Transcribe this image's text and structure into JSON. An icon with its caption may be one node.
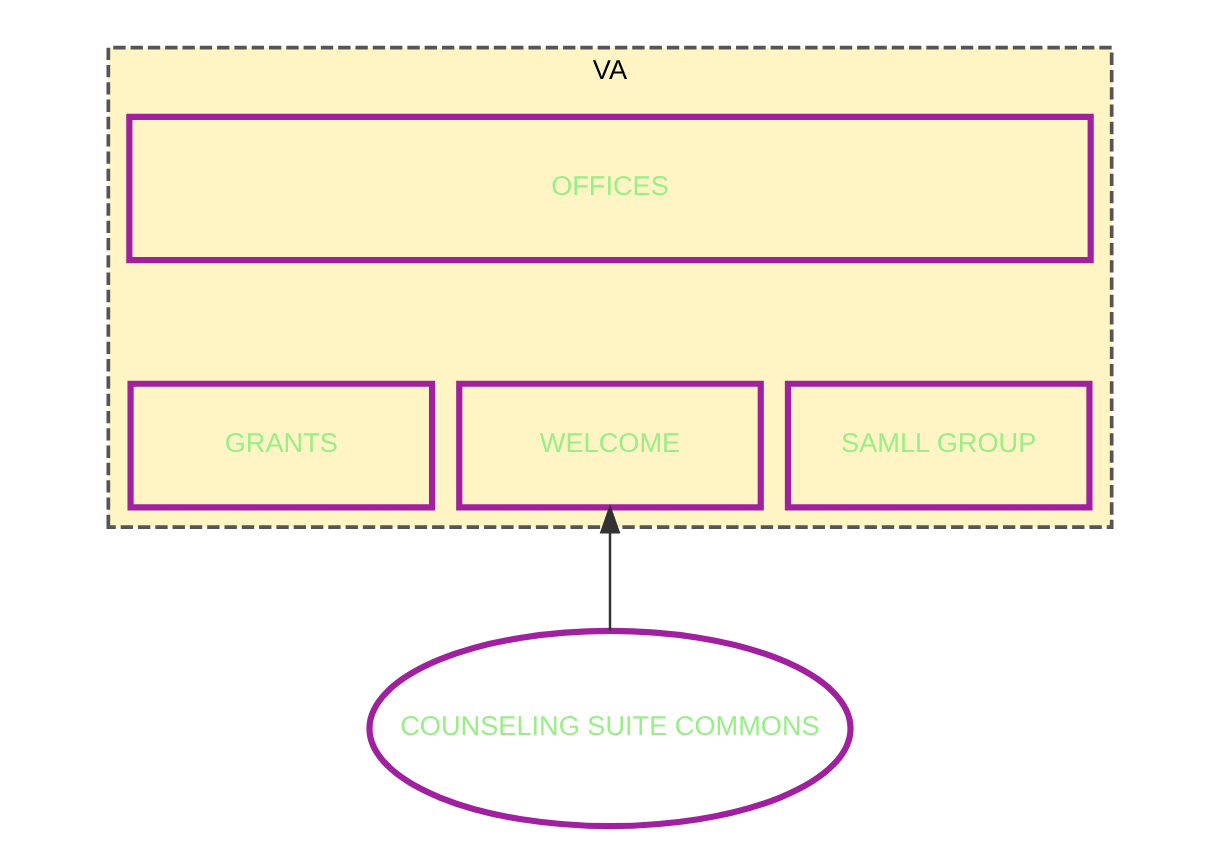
{
  "diagram": {
    "nodes": [
      {
        "text": [
          "VA"
        ]
      },
      {
        "text": [
          "OFFICES"
        ],
        "in": 0
      },
      {
        "text": [
          "GRANTS"
        ],
        "in": 0
      },
      {
        "text": [
          "WELCOME"
        ],
        "in": 0
      },
      {
        "text": [
          "SAMLL GROUP"
        ],
        "in": 0
      },
      {
        "text": [
          "COUNSELING SUITE COMMONS"
        ]
      }
    ],
    "edges": [
      {
        "from": 5,
        "to": 3,
        "arrow": "to"
      }
    ]
  }
}
